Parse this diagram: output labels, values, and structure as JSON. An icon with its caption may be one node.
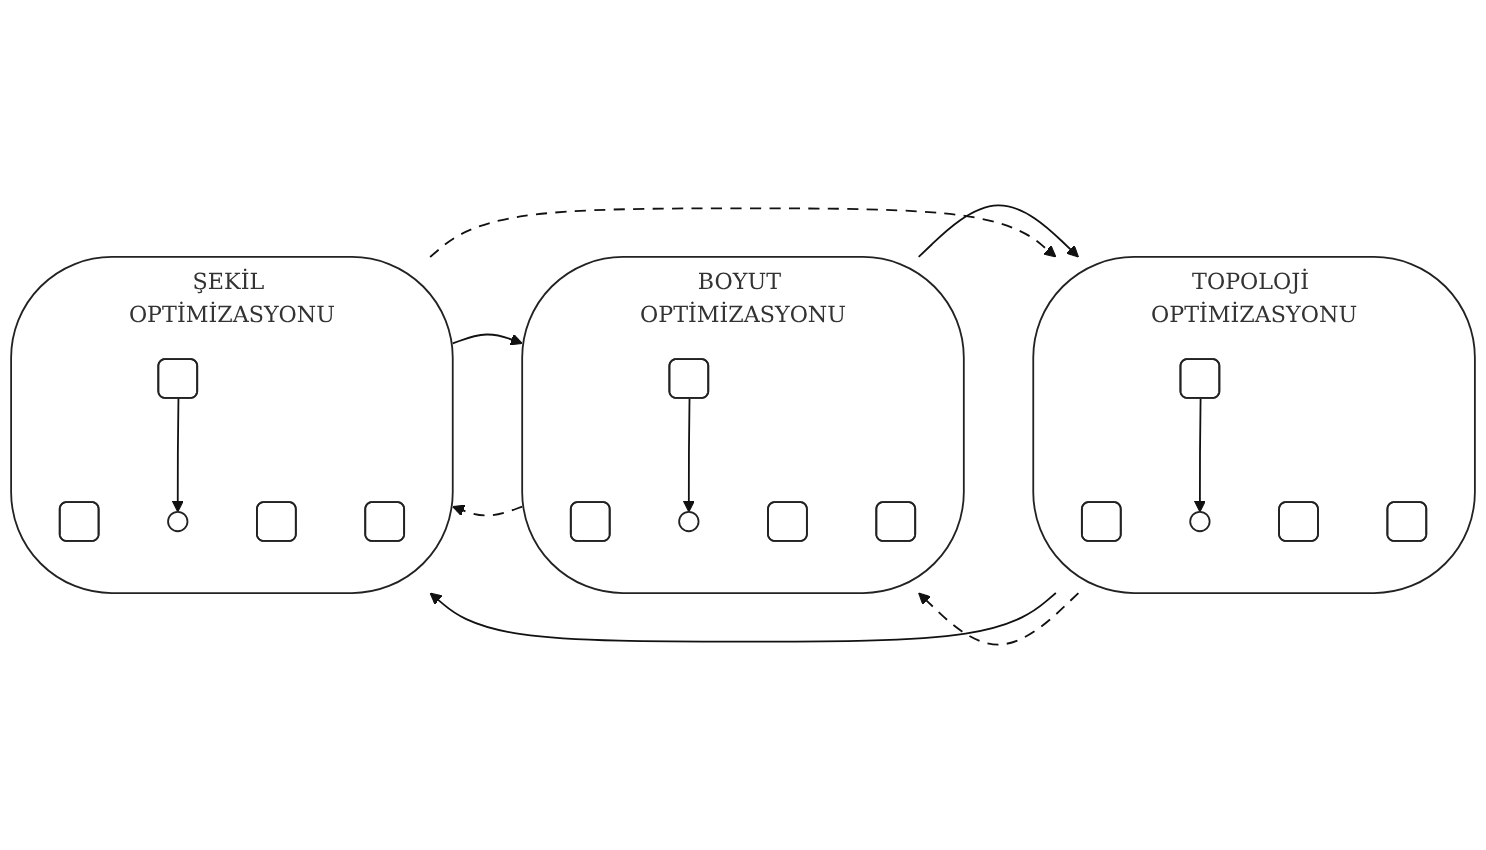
{
  "diagram": {
    "nodes": [
      {
        "text": [
          "TOPOLOJİ OPTİMİZASYONU"
        ]
      },
      {
        "text": [],
        "shape": "box",
        "in": 0
      },
      {
        "text": [],
        "shape": "box",
        "in": 0
      },
      {
        "text": [],
        "shape": "circle",
        "in": 0
      },
      {
        "text": [],
        "shape": "box",
        "in": 0
      },
      {
        "text": [],
        "shape": "box",
        "in": 0
      },
      {
        "text": [
          "BOYUT OPTİMİZASYONU"
        ]
      },
      {
        "text": [],
        "shape": "box",
        "in": 6
      },
      {
        "text": [],
        "shape": "box",
        "in": 6
      },
      {
        "text": [],
        "shape": "circle",
        "in": 6
      },
      {
        "text": [],
        "shape": "box",
        "in": 6
      },
      {
        "text": [],
        "shape": "box",
        "in": 6
      },
      {
        "text": [
          "ŞEKİL OPTİMİZASYONU"
        ]
      },
      {
        "text": [],
        "shape": "box",
        "in": 12
      },
      {
        "text": [],
        "shape": "box",
        "in": 12
      },
      {
        "text": [],
        "shape": "circle",
        "in": 12
      },
      {
        "text": [],
        "shape": "box",
        "in": 12
      },
      {
        "text": [],
        "shape": "box",
        "in": 12
      }
    ],
    "edges": [
      {
        "from": 4,
        "to": 3,
        "arrow": "to"
      },
      {
        "from": 10,
        "to": 9,
        "arrow": "to"
      },
      {
        "from": 16,
        "to": 15,
        "arrow": "to"
      },
      {
        "from": 0,
        "to": 12,
        "arrow": "to"
      },
      {
        "from": 12,
        "to": 6,
        "arrow": "to"
      },
      {
        "from": 6,
        "to": 0,
        "arrow": "to"
      },
      {
        "from": 0,
        "to": 6,
        "arrow": "to",
        "style": "dashed"
      },
      {
        "from": 6,
        "to": 12,
        "arrow": "to",
        "style": "dashed"
      },
      {
        "from": 12,
        "to": 0,
        "arrow": "to",
        "style": "dashed"
      }
    ]
  }
}
